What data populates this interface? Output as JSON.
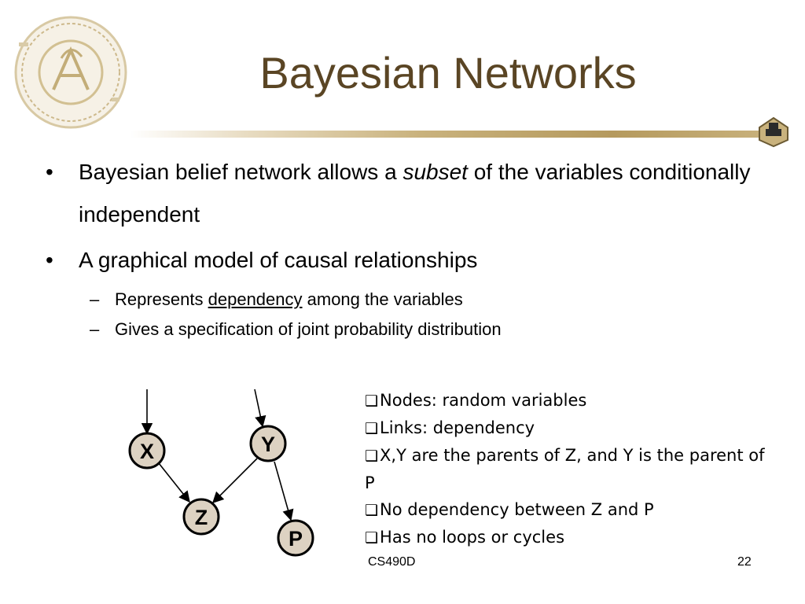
{
  "slide": {
    "title": "Bayesian Networks",
    "bullets": [
      {
        "parts": [
          "Bayesian belief network allows a ",
          "subset",
          " of the variables conditionally independent"
        ]
      },
      {
        "text": "A graphical model of causal relationships",
        "subs": [
          {
            "parts": [
              "Represents ",
              "dependency",
              " among the variables"
            ]
          },
          {
            "text": "Gives a specification of joint probability distribution"
          }
        ]
      }
    ],
    "notes": [
      "Nodes: random variables",
      "Links: dependency",
      "X,Y are the parents of Z, and Y is the parent of P",
      "No dependency between Z and P",
      "Has no loops or cycles"
    ],
    "note_box_glyph": "❑",
    "footer": {
      "course": "CS490D",
      "page": "22"
    }
  },
  "diagram": {
    "nodes": [
      "X",
      "Y",
      "Z",
      "P"
    ],
    "edges": [
      [
        "X",
        "Z"
      ],
      [
        "Y",
        "Z"
      ],
      [
        "Y",
        "P"
      ]
    ],
    "node_fill": "#ddd2c2"
  },
  "colors": {
    "title": "#5a4524",
    "accent_gold": "#b59a5e"
  },
  "icons": {
    "top_left": "purdue-seal-icon",
    "rule_end": "purdue-boilermaker-icon"
  }
}
